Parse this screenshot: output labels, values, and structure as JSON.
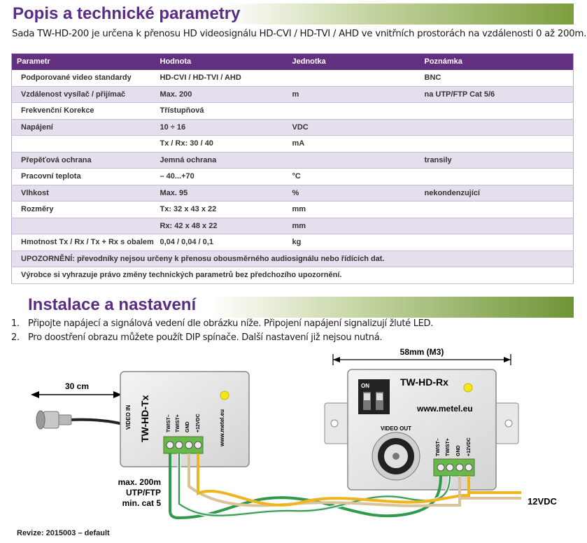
{
  "section1": {
    "title": "Popis a technické parametry",
    "intro": "Sada TW-HD-200 je určena k přenosu HD videosignálu HD-CVI / HD-TVI / AHD ve vnitřních prostorách na vzdálenosti 0 až 200m."
  },
  "table": {
    "headers": [
      "Parametr",
      "Hodnota",
      "Jednotka",
      "Poznámka"
    ],
    "rows": [
      [
        "Podporované video standardy",
        "HD-CVI / HD-TVI / AHD",
        "",
        "BNC"
      ],
      [
        "Vzdálenost vysílač / přijímač",
        "Max. 200",
        "m",
        "na UTP/FTP Cat 5/6"
      ],
      [
        "Frekvenční Korekce",
        "Třístupňová",
        "",
        ""
      ],
      [
        "Napájení",
        "10 ÷ 16",
        "VDC",
        ""
      ],
      [
        "",
        "Tx / Rx: 30 / 40",
        "mA",
        ""
      ],
      [
        "Přepěťová ochrana",
        "Jemná ochrana",
        "",
        "transily"
      ],
      [
        "Pracovní teplota",
        "– 40...+70",
        "°C",
        ""
      ],
      [
        "Vlhkost",
        "Max. 95",
        "%",
        "nekondenzující"
      ],
      [
        "Rozměry",
        "Tx: 32 x 43 x 22",
        "mm",
        ""
      ],
      [
        "",
        "Rx: 42 x 48 x 22",
        "mm",
        ""
      ],
      [
        "Hmotnost Tx / Rx  / Tx + Rx s obalem",
        "0,04 / 0,04 / 0,1",
        "kg",
        ""
      ]
    ],
    "notes": [
      "UPOZORNĚNÍ: převodníky nejsou určeny k přenosu obousměrného audiosignálu nebo řídících dat.",
      "Výrobce si vyhrazuje právo změny technických parametrů bez předchozího upozornění."
    ]
  },
  "section2": {
    "title": "Instalace a nastavení",
    "steps": [
      {
        "num": "1.",
        "text": "Připojte napájecí a signálová vedení dle obrázku níže. Připojení napájení signalizují žluté LED."
      },
      {
        "num": "2.",
        "text": "Pro doostření obrazu můžete použít DIP spínače. Další nastavení již nejsou nutná."
      }
    ]
  },
  "diagram": {
    "cable_length": "30 cm",
    "tx": {
      "name": "TW-HD-Tx",
      "video_in": "VIDEO IN",
      "url": "www.metel.eu",
      "terminals": [
        "TWIST–",
        "TWIST+",
        "GND",
        "+12VDC"
      ]
    },
    "rx": {
      "name": "TW-HD-Rx",
      "dimension": "58mm (M3)",
      "on": "ON",
      "video_out": "VIDEO OUT",
      "url": "www.metel.eu",
      "terminals": [
        "TWIST–",
        "TWIST+",
        "GND",
        "+12VDC"
      ]
    },
    "cable_spec": [
      "max. 200m",
      "UTP/FTP",
      "min. cat 5"
    ],
    "power": "12VDC",
    "colors": {
      "led": "#f5e61a",
      "green_terminal": "#6bb84a",
      "wire_green": "#2f9a4a",
      "wire_tan": "#d8c49a",
      "wire_orange": "#f0b41e"
    }
  },
  "footer": {
    "revision": "Revize: 2015003 – default"
  }
}
